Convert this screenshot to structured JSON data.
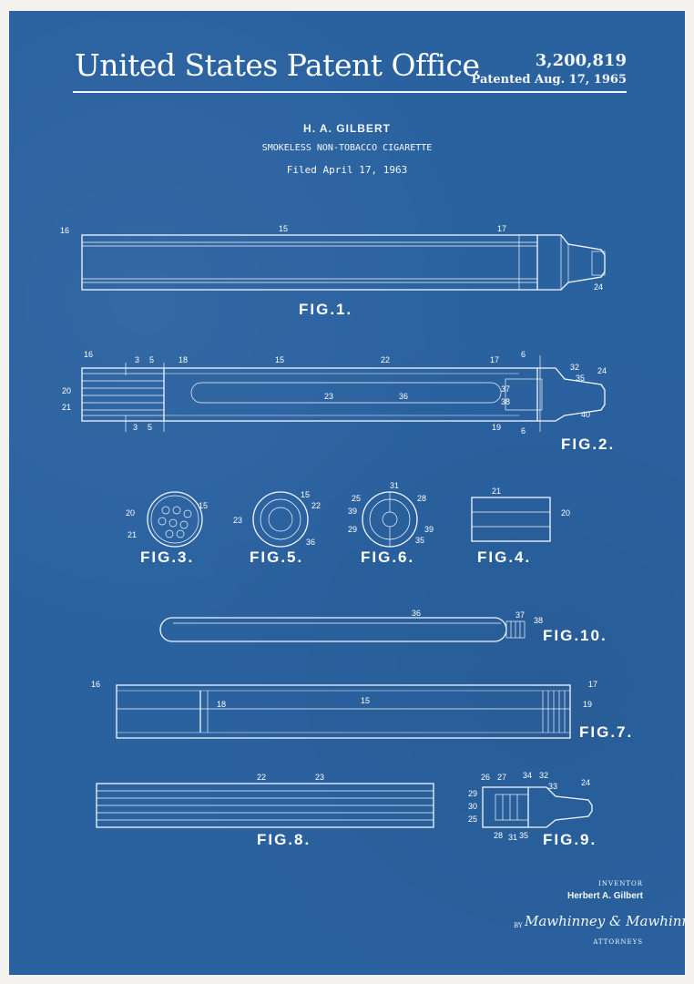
{
  "header": {
    "office": "United States Patent Office",
    "patent_number": "3,200,819",
    "patented_date": "Patented Aug. 17, 1965"
  },
  "meta": {
    "inventor_line": "H. A. GILBERT",
    "title": "SMOKELESS NON-TOBACCO CIGARETTE",
    "filed": "Filed April 17, 1963"
  },
  "figures": {
    "fig1": "FIG.1.",
    "fig2": "FIG.2.",
    "fig3": "FIG.3.",
    "fig4": "FIG.4.",
    "fig5": "FIG.5.",
    "fig6": "FIG.6.",
    "fig7": "FIG.7.",
    "fig8": "FIG.8.",
    "fig9": "FIG.9.",
    "fig10": "FIG.10."
  },
  "refs": {
    "r15": "15",
    "r16": "16",
    "r17": "17",
    "r18": "18",
    "r19": "19",
    "r20": "20",
    "r21": "21",
    "r22": "22",
    "r23": "23",
    "r24": "24",
    "r25": "25",
    "r26": "26",
    "r27": "27",
    "r28": "28",
    "r29": "29",
    "r30": "30",
    "r31": "31",
    "r32": "32",
    "r33": "33",
    "r34": "34",
    "r35": "35",
    "r36": "36",
    "r37": "37",
    "r38": "38",
    "r39": "39",
    "r40": "40",
    "s3": "3",
    "s5": "5",
    "s6": "6"
  },
  "footer": {
    "inventor_caption": "INVENTOR",
    "inventor_name": "Herbert A. Gilbert",
    "by": "BY",
    "signature": "Mawhinney & Mawhinney",
    "attorneys_caption": "ATTORNEYS"
  },
  "colors": {
    "paper": "#2a62a0",
    "ink": "#f4f7fb",
    "border": "#f3f1ee"
  }
}
